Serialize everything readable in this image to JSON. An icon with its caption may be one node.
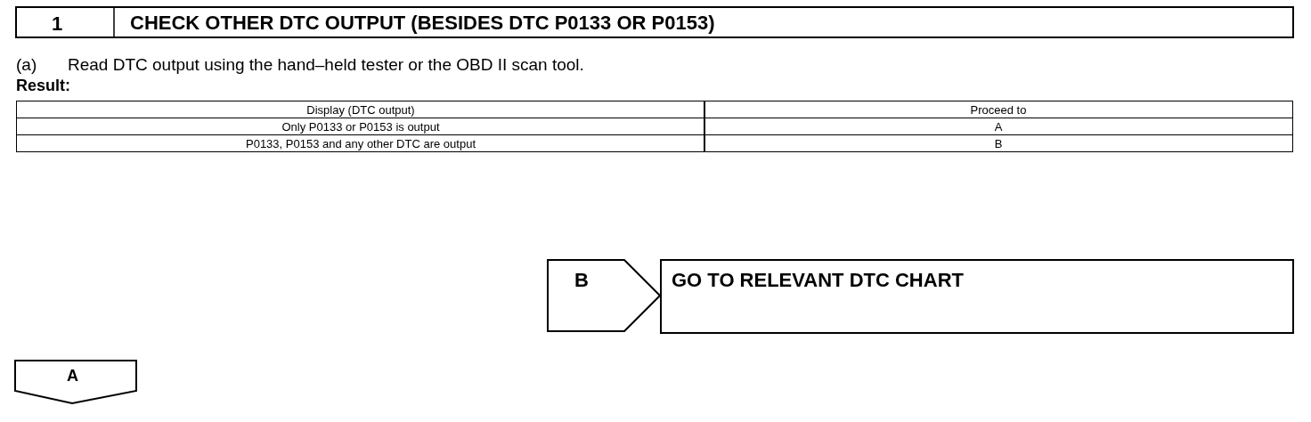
{
  "diagram": {
    "nodes": [
      {
        "text": [
          "1",
          "CHECK OTHER DTC OUTPUT (BESIDES DTC P0133 OR P0153)"
        ]
      },
      {
        "text": [
          "B"
        ]
      },
      {
        "text": [
          "GO TO RELEVANT DTC CHART"
        ]
      },
      {
        "text": [
          "A"
        ]
      }
    ],
    "labels": [
      "(a)",
      "Read DTC output using the hand–held tester or the OBD II scan tool.",
      "Result:",
      "Display (DTC output)",
      "Proceed to",
      "Only P0133 or P0153 is output",
      "A",
      "P0133, P0153 and any other DTC are output",
      "B"
    ]
  }
}
